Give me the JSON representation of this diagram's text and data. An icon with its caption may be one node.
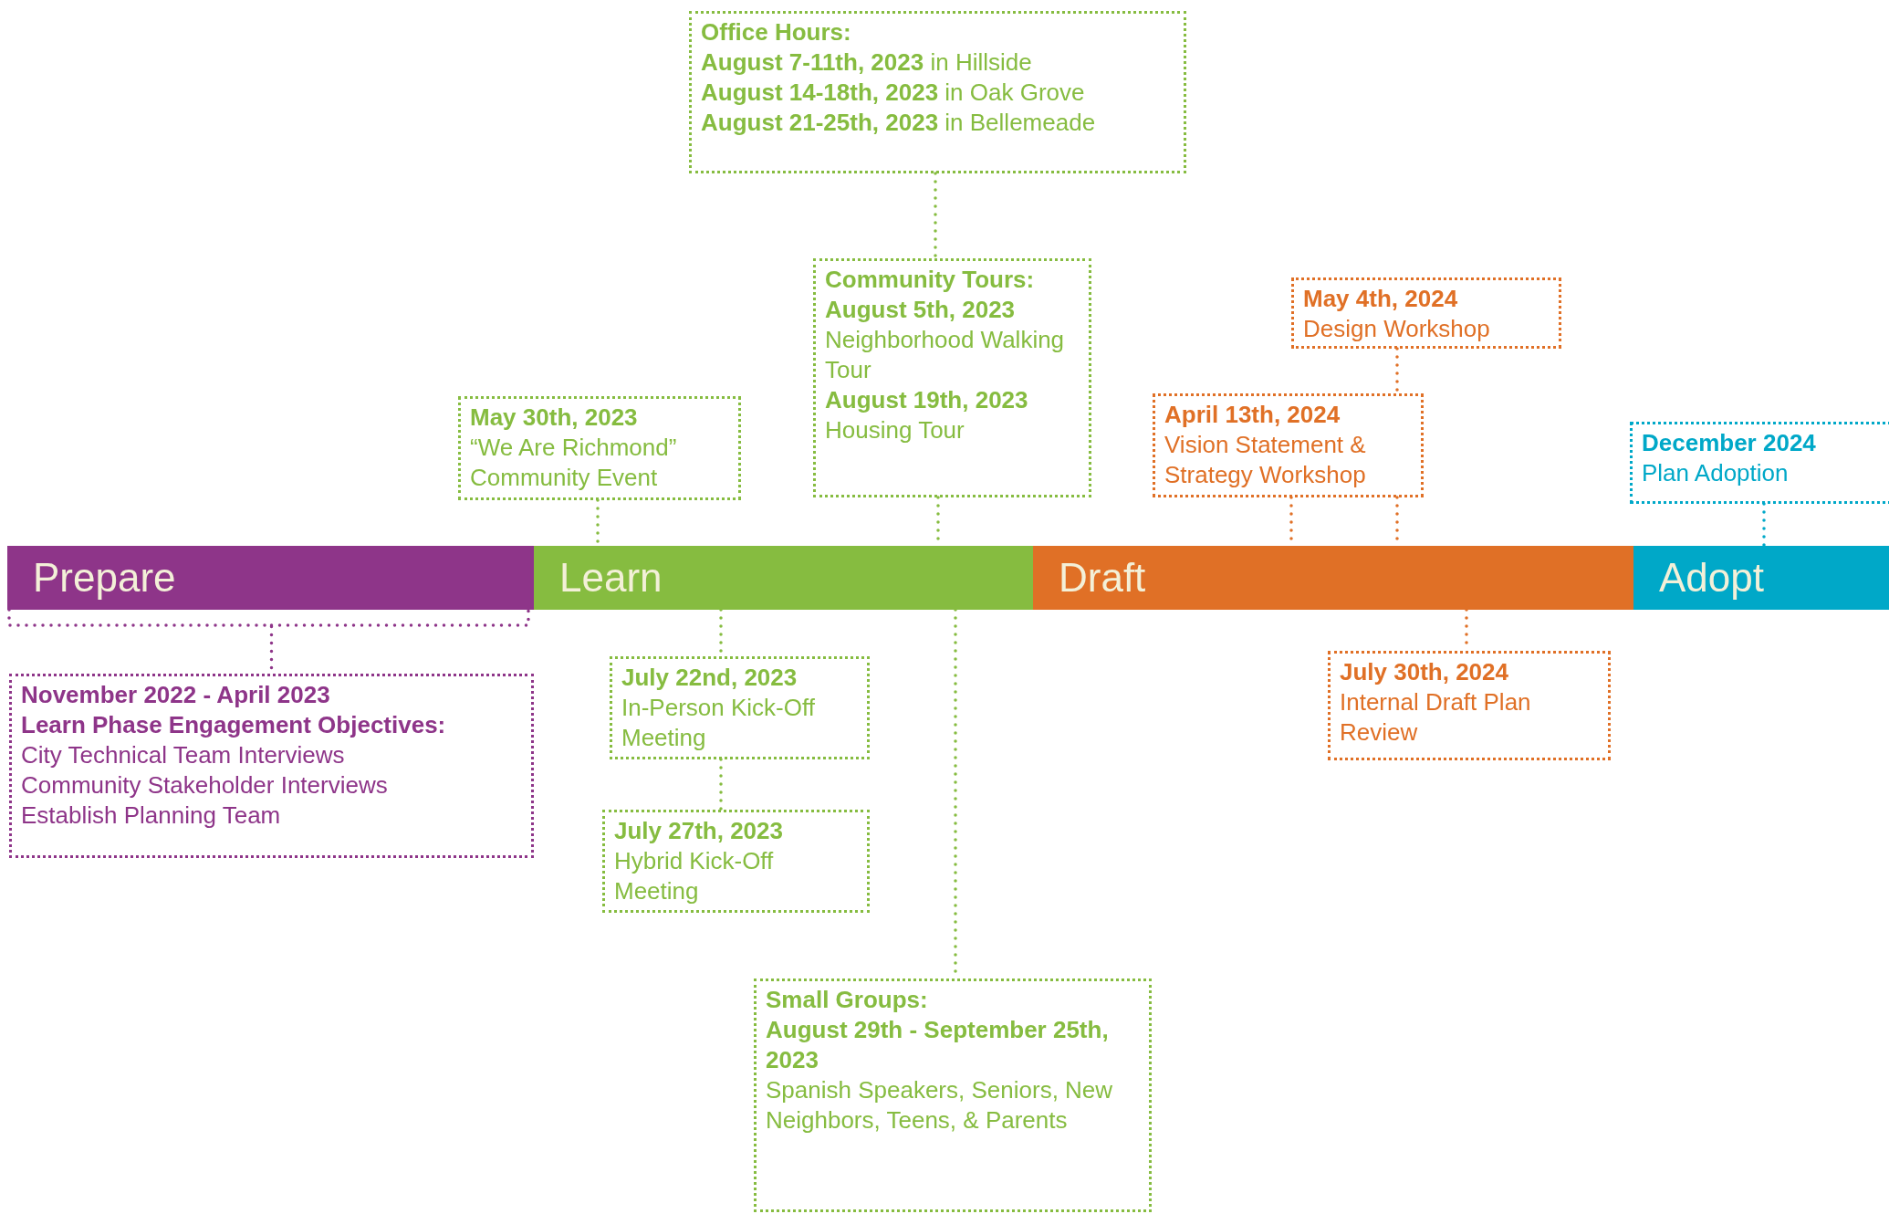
{
  "diagram": {
    "nodes": [
      {
        "text": [
          "Prepare"
        ]
      },
      {
        "text": [
          "Learn"
        ]
      },
      {
        "text": [
          "Draft"
        ]
      },
      {
        "text": [
          "Adopt"
        ]
      },
      {
        "text": [
          "Office Hours:",
          "**August 7-11th, 2023** in Hillside",
          "**August 14-18th, 2023** in Oak Grove",
          "**August 21-25th, 2023** in Bellemeade"
        ]
      },
      {
        "text": [
          "Community Tours:",
          "August 5th, 2023",
          "Neighborhood Walking Tour",
          "August 19th, 2023",
          "Housing Tour"
        ]
      },
      {
        "text": [
          "May 30th, 2023",
          "“We Are Richmond” Community Event"
        ]
      },
      {
        "text": [
          "May 4th, 2024",
          "Design Workshop"
        ]
      },
      {
        "text": [
          "April 13th, 2024",
          "Vision Statement & Strategy Workshop"
        ]
      },
      {
        "text": [
          "December 2024",
          "Plan Adoption"
        ]
      },
      {
        "text": [
          "November 2022 - April 2023",
          "Learn Phase Engagement Objectives:",
          "City Technical Team Interviews",
          "Community Stakeholder Interviews",
          "Establish Planning Team"
        ]
      },
      {
        "text": [
          "July 22nd, 2023",
          "In-Person Kick-Off Meeting"
        ]
      },
      {
        "text": [
          "July 27th, 2023",
          "Hybrid Kick-Off Meeting"
        ]
      },
      {
        "text": [
          "Small Groups:",
          "August 29th - September 25th, 2023",
          "Spanish Speakers, Seniors, New Neighbors, Teens, & Parents"
        ]
      },
      {
        "text": [
          "July 30th, 2024",
          "Internal Draft Plan Review"
        ]
      }
    ],
    "edges": [
      {
        "from": 4,
        "to": 5,
        "arrow": "none"
      },
      {
        "from": 5,
        "to": 1,
        "arrow": "none"
      },
      {
        "from": 6,
        "to": 1,
        "arrow": "none"
      },
      {
        "from": 7,
        "to": 8,
        "arrow": "none",
        "color": "#e07026"
      },
      {
        "from": 8,
        "to": 2,
        "arrow": "none",
        "color": "#e07026"
      },
      {
        "from": 8,
        "to": 2,
        "arrow": "none",
        "color": "#e07026"
      },
      {
        "from": 9,
        "to": 3,
        "arrow": "none",
        "color": "#00a8c8"
      },
      {
        "from": 0,
        "to": 10,
        "arrow": "none",
        "color": "#8e3589"
      },
      {
        "from": 1,
        "to": 11,
        "arrow": "none"
      },
      {
        "from": 11,
        "to": 12,
        "arrow": "none"
      },
      {
        "from": 1,
        "to": 13,
        "arrow": "none"
      },
      {
        "from": 2,
        "to": 14,
        "arrow": "none",
        "color": "#e07026"
      }
    ]
  }
}
